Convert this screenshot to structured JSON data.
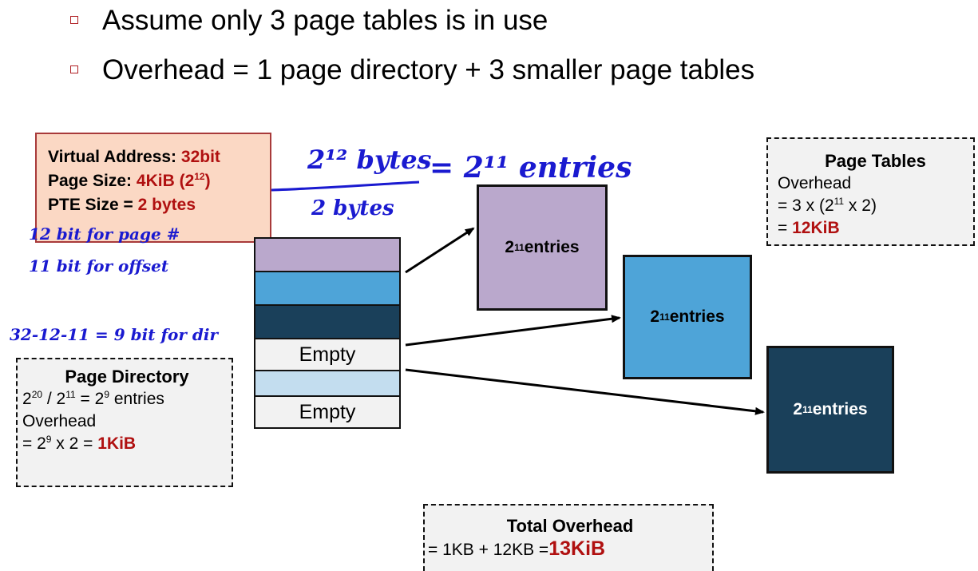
{
  "bullets": [
    {
      "text": "Assume only 3 page tables is in use"
    },
    {
      "text": "Overhead = 1 page directory + 3 smaller page tables"
    }
  ],
  "info_box": {
    "va_label": "Virtual Address: ",
    "va_value": "32bit",
    "ps_label": "Page Size: ",
    "ps_value": "4KiB (2",
    "ps_exp": "12",
    "ps_close": ")",
    "pte_label": "PTE Size = ",
    "pte_value": "2 bytes"
  },
  "page_directory": {
    "title": "Page Directory",
    "calc_a": "2",
    "calc_a_exp": "20",
    "calc_b": " / 2",
    "calc_b_exp": "11",
    "calc_c": " = 2",
    "calc_c_exp": "9",
    "calc_d": " entries",
    "overhead_label": "Overhead",
    "ov_a": " = 2",
    "ov_a_exp": "9",
    "ov_b": " x 2  = ",
    "ov_value": "1KiB"
  },
  "page_tables": {
    "title": "Page Tables",
    "overhead_label": "Overhead",
    "calc_a": " = 3 x (2",
    "calc_exp": "11",
    "calc_b": " x 2)",
    "eq": "= ",
    "value": "12KiB"
  },
  "total": {
    "title": "Total Overhead",
    "calc": "= 1KB + 12KB =",
    "value": "13KiB"
  },
  "directory_stack": {
    "empty_1": "Empty",
    "empty_2": "Empty"
  },
  "tables": [
    {
      "base": "2",
      "exp": "11",
      "label": " entries"
    },
    {
      "base": "2",
      "exp": "11",
      "label": " entries"
    },
    {
      "base": "2",
      "exp": "11",
      "label": " entries"
    }
  ],
  "handwriting": {
    "fraction_top": "2¹² bytes",
    "fraction_bottom": "2 bytes",
    "equals": "= 2¹¹ entries",
    "note_1": "12 bit for page #",
    "note_2": "11 bit for offset",
    "note_3": "32-12-11 = 9 bit for dir"
  },
  "colors": {
    "accent_red": "#b01010",
    "purple": "#baa8cc",
    "blue": "#4ea4d8",
    "dark_blue": "#1a405a",
    "light_blue": "#c3ddef",
    "ink": "#1a1ad0"
  }
}
